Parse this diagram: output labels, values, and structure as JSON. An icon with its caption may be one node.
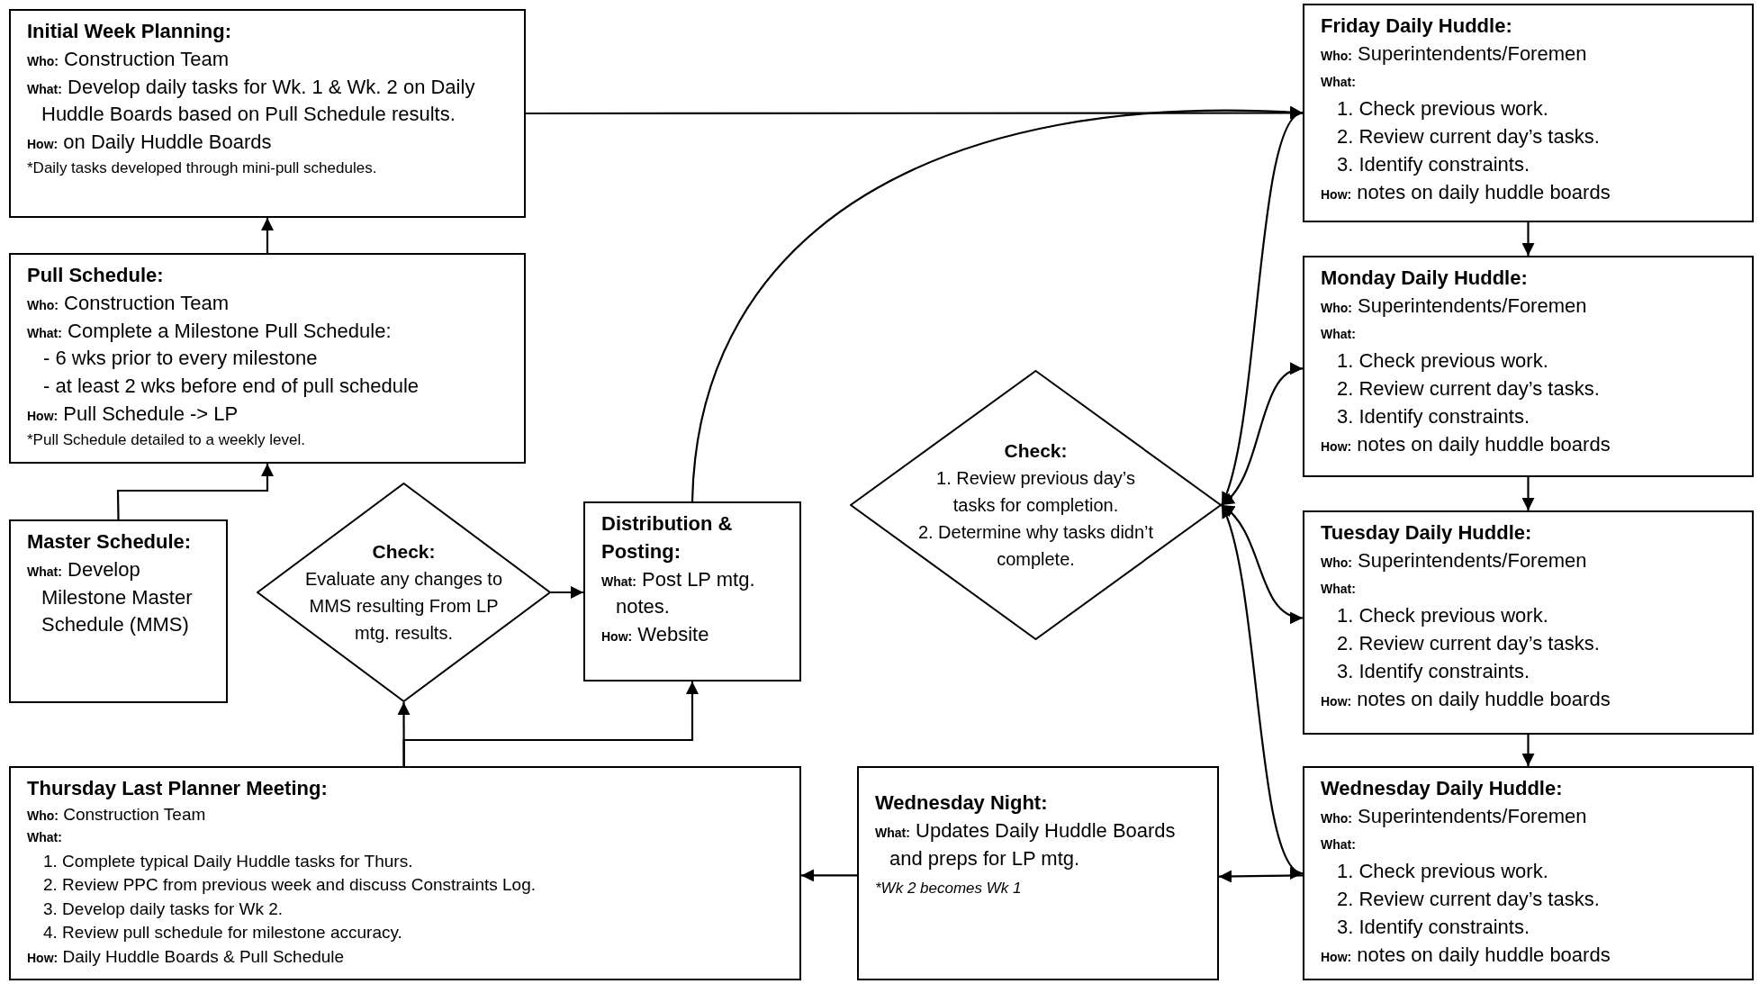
{
  "diagram": {
    "nodes": [
      {
        "text": [
          "Initial Week Planning:",
          "**Who:** Construction Team",
          "**What:** Develop daily tasks for Wk. 1 & Wk. 2 on Daily Huddle Boards based on Pull Schedule results.",
          "**How:** on Daily Huddle Boards",
          "*Daily tasks developed through mini-pull schedules."
        ]
      },
      {
        "text": [
          "Pull Schedule:",
          "**Who:** Construction Team",
          "**What:** Complete a Milestone Pull Schedule:",
          "- 6 wks prior to every milestone",
          "- at least 2 wks before end of pull schedule",
          "**How:** Pull Schedule -> LP",
          "*Pull Schedule detailed to a weekly level."
        ]
      },
      {
        "text": [
          "Master Schedule:",
          "**What:** Develop Milestone Master Schedule (MMS)"
        ]
      },
      {
        "text": [
          "Check:",
          "Evaluate any changes to MMS resulting From LP mtg. results."
        ]
      },
      {
        "text": [
          "Distribution & Posting:",
          "**What:** Post LP mtg. notes.",
          "**How:** Website"
        ]
      },
      {
        "text": [
          "Thursday Last Planner Meeting:",
          "**Who:** Construction Team",
          "What:",
          "1. Complete typical Daily Huddle tasks for Thurs.",
          "2. Review PPC from previous week and discuss Constraints Log.",
          "3. Develop daily tasks for Wk 2.",
          "4. Review pull schedule for milestone accuracy.",
          "**How:** Daily Huddle Boards & Pull Schedule"
        ]
      },
      {
        "text": [
          "Friday Daily Huddle:",
          "**Who:** Superintendents/Foremen",
          "What:",
          "1. Check previous work.",
          "2. Review current day’s tasks.",
          "3. Identify constraints.",
          "**How:** notes on daily huddle boards"
        ]
      },
      {
        "text": [
          "Monday Daily Huddle:",
          "**Who:** Superintendents/Foremen",
          "What:",
          "1. Check previous work.",
          "2. Review current day’s tasks.",
          "3. Identify constraints.",
          "**How:** notes on daily huddle boards"
        ]
      },
      {
        "text": [
          "Check:",
          "1. Review previous day’s tasks for completion.",
          "2. Determine why tasks didn’t complete."
        ]
      },
      {
        "text": [
          "Tuesday Daily Huddle:",
          "**Who:** Superintendents/Foremen",
          "What:",
          "1. Check previous work.",
          "2. Review current day’s tasks.",
          "3. Identify constraints.",
          "**How:** notes on daily huddle boards"
        ]
      },
      {
        "text": [
          "Wednesday Night:",
          "**What:** Updates Daily Huddle Boards and preps for LP mtg.",
          "*Wk 2 becomes Wk 1"
        ]
      },
      {
        "text": [
          "Wednesday Daily Huddle:",
          "**Who:** Superintendents/Foremen",
          "What:",
          "1. Check previous work.",
          "2. Review current day’s tasks.",
          "3. Identify constraints.",
          "**How:** notes on daily huddle boards"
        ]
      }
    ],
    "edges": [
      {
        "from": 1,
        "to": 0,
        "arrow": "to"
      },
      {
        "from": 2,
        "to": 1,
        "arrow": "to"
      },
      {
        "from": 0,
        "to": 6,
        "arrow": "to"
      },
      {
        "from": 4,
        "to": 6,
        "arrow": "to"
      },
      {
        "from": 3,
        "to": 4,
        "arrow": "to"
      },
      {
        "from": 5,
        "to": 3,
        "arrow": "to"
      },
      {
        "from": 5,
        "to": 4,
        "arrow": "to"
      },
      {
        "from": 6,
        "to": 7,
        "arrow": "to"
      },
      {
        "from": 7,
        "to": 9,
        "arrow": "to"
      },
      {
        "from": 9,
        "to": 11,
        "arrow": "to"
      },
      {
        "from": 11,
        "to": 10,
        "arrow": "to"
      },
      {
        "from": 10,
        "to": 5,
        "arrow": "to"
      },
      {
        "from": 8,
        "to": 6,
        "arrow": "both"
      },
      {
        "from": 8,
        "to": 7,
        "arrow": "both"
      },
      {
        "from": 8,
        "to": 9,
        "arrow": "both"
      },
      {
        "from": 8,
        "to": 11,
        "arrow": "both"
      }
    ]
  }
}
